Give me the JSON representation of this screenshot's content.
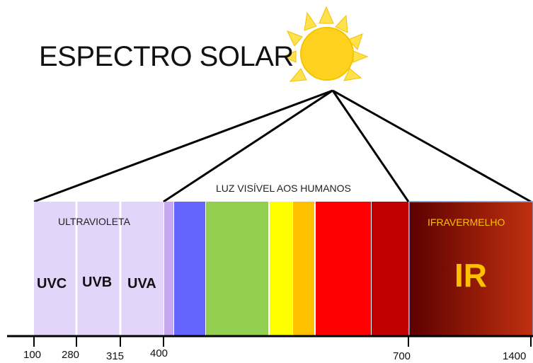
{
  "title": "ESPECTRO SOLAR",
  "visible_label": "LUZ VISÍVEL AOS HUMANOS",
  "uv": {
    "label": "ULTRAVIOLETA",
    "bands": [
      "UVC",
      "UVB",
      "UVA"
    ]
  },
  "ir": {
    "label": "IFRAVERMELHO",
    "short": "IR"
  },
  "ticks": [
    "100",
    "280",
    "315",
    "400",
    "700",
    "1400"
  ],
  "colors": {
    "uv": "#e3d4fa",
    "violet": "#c6a8ef",
    "blue": "#6464ff",
    "green": "#92cf50",
    "yellow": "#ffff00",
    "orange": "#ffc000",
    "red": "#ff0000",
    "dark_red": "#c00000",
    "ir_start": "#5c0000",
    "ir_end": "#c0300f",
    "ir_text": "#ffc000",
    "sun": "#ffd21f",
    "sun_ray": "#ffe14d"
  },
  "icon": "sun-icon"
}
